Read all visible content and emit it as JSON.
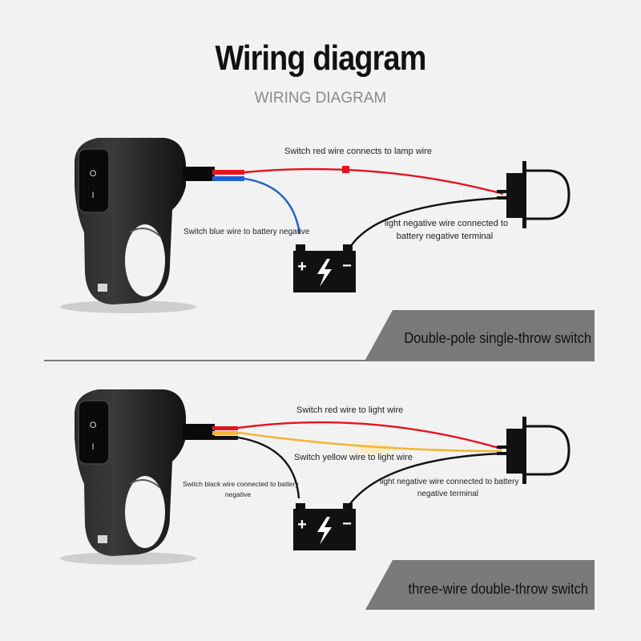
{
  "title": "Wiring diagram",
  "subtitle": "WIRING DIAGRAM",
  "colors": {
    "red_wire": "#e8121d",
    "blue_wire": "#1d5fd1",
    "yellow_wire": "#f4b538",
    "black_wire": "#111111",
    "banner": "#7a7a7a"
  },
  "icons": [
    "rocker-switch-icon",
    "battery-icon",
    "lamp-icon"
  ],
  "panels": [
    {
      "banner": "Double-pole single-throw switch",
      "red_label": "Switch red wire connects to lamp wire",
      "other_label": "Switch blue wire to battery negative",
      "light_neg_line1": "light negative wire connected to",
      "light_neg_line2": "battery negative terminal"
    },
    {
      "banner": "three-wire double-throw switch",
      "red_label": "Switch red wire to light wire",
      "yellow_label": "Switch yellow wire to light wire",
      "black_line1": "Switch black wire connected to battery",
      "black_line2": "negative",
      "light_neg_line1": "light negative wire connected to battery",
      "light_neg_line2": "negative terminal"
    }
  ],
  "battery": {
    "plus": "+",
    "minus": "−"
  },
  "rocker": {
    "on": "O",
    "off": "I"
  }
}
